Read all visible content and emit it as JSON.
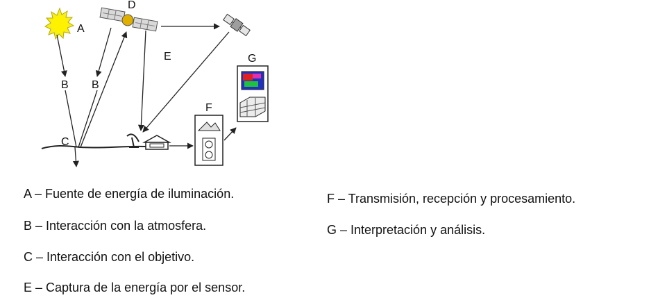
{
  "diagram": {
    "labels": {
      "a": "A",
      "b1": "B",
      "b2": "B",
      "c": "C",
      "d": "D",
      "e": "E",
      "f": "F",
      "g": "G"
    }
  },
  "legend": {
    "left": [
      "A – Fuente de energía de iluminación.",
      "B – Interacción con la atmosfera.",
      "C – Interacción con el objetivo.",
      "E – Captura de la energía por el sensor."
    ],
    "right": [
      "F – Transmisión, recepción y procesamiento.",
      "G – Interpretación y análisis."
    ]
  }
}
